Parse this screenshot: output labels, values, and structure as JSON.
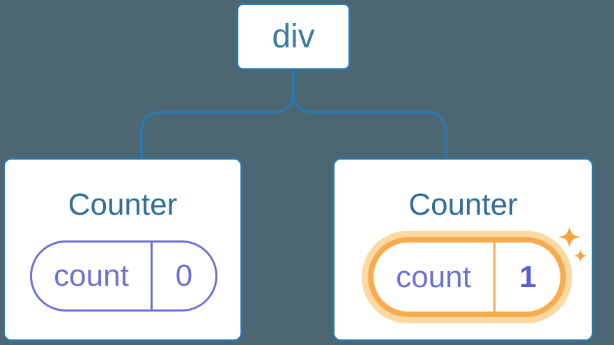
{
  "diagram": {
    "root": {
      "label": "div"
    },
    "children": [
      {
        "title": "Counter",
        "state": {
          "key": "count",
          "value": "0"
        },
        "highlighted": false
      },
      {
        "title": "Counter",
        "state": {
          "key": "count",
          "value": "1"
        },
        "highlighted": true
      }
    ]
  },
  "icons": {
    "sparkle": "four-pointed-star-sparkle"
  },
  "colors": {
    "background": "#4C6771",
    "line_blue": "#2D76A8",
    "node_text_blue": "#3A7CA9",
    "title_blue": "#2F6E96",
    "state_purple": "#6B70DB",
    "state_value_purple": "#5A5ED0",
    "highlight_orange": "#F8AC4F",
    "highlight_glow": "#FBD9A2",
    "sparkle_orange": "#F6A640",
    "card_background": "#FFFFFF"
  }
}
